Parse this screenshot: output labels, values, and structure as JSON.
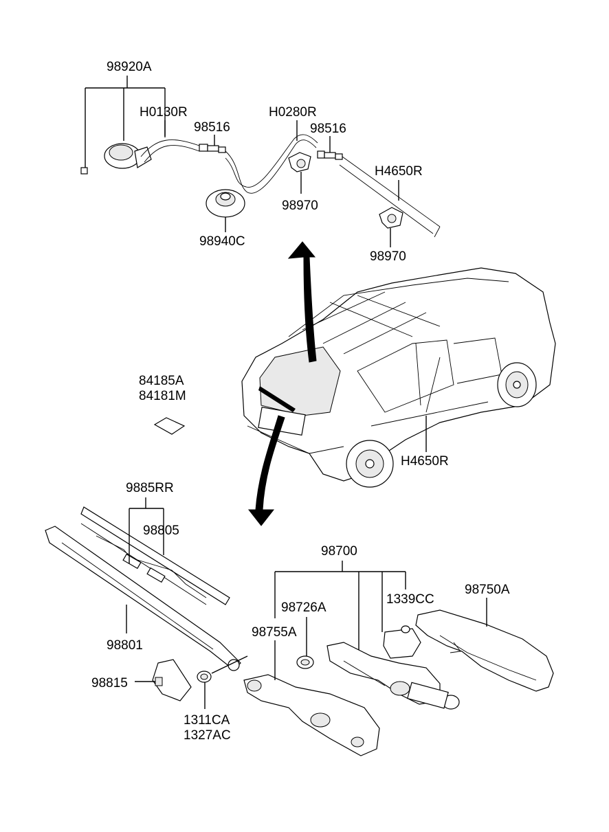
{
  "parts": {
    "p98920A": "98920A",
    "pH0130R": "H0130R",
    "p98516a": "98516",
    "pH0280R": "H0280R",
    "p98516b": "98516",
    "pH4650R_top": "H4650R",
    "p98970a": "98970",
    "p98940C": "98940C",
    "p98970b": "98970",
    "p84185A": "84185A",
    "p84181M": "84181M",
    "pH4650R_car": "H4650R",
    "p9885RR": "9885RR",
    "p98805": "98805",
    "p98700": "98700",
    "p98750A": "98750A",
    "p1339CC": "1339CC",
    "p98726A": "98726A",
    "p98755A": "98755A",
    "p98801": "98801",
    "p98815": "98815",
    "p1311CA": "1311CA",
    "p1327AC": "1327AC"
  }
}
